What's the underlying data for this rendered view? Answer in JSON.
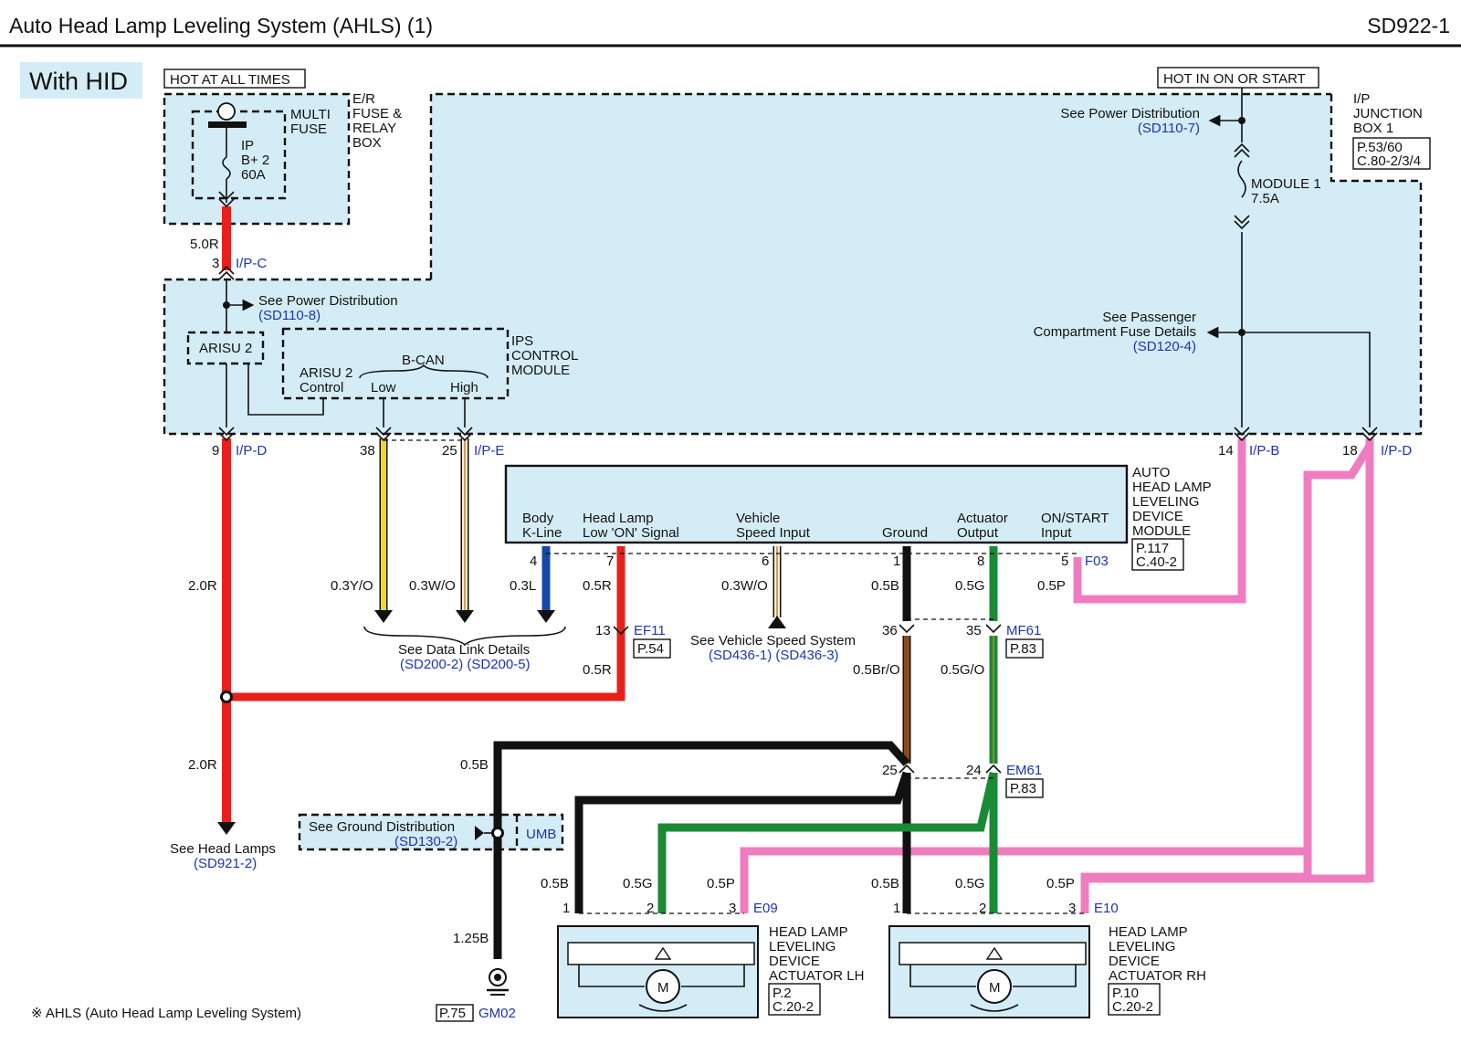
{
  "header": {
    "title": "Auto Head Lamp Leveling System (AHLS)    (1)",
    "code": "SD922-1"
  },
  "badge": "With HID",
  "power": {
    "hot_at_all_times": "HOT AT ALL TIMES",
    "hot_in_on_or_start": "HOT IN ON OR START",
    "er_box": [
      "E/R",
      "FUSE &",
      "RELAY",
      "BOX"
    ],
    "multi_fuse": [
      "MULTI",
      "FUSE"
    ],
    "fuse_ip": [
      "IP",
      "B+ 2",
      "60A"
    ],
    "ip_junction": [
      "I/P",
      "JUNCTION",
      "BOX 1"
    ],
    "ip_junction_ref": [
      "P.53/60",
      "C.80-2/3/4"
    ],
    "module_fuse": [
      "MODULE 1",
      "7.5A"
    ],
    "see_power_dist": "See Power Distribution",
    "see_power_dist_ref_1": "(SD110-7)",
    "see_power_dist_ref_2": "(SD110-8)",
    "see_passenger": [
      "See Passenger",
      "Compartment Fuse Details"
    ],
    "see_passenger_ref": "(SD120-4)"
  },
  "ips": {
    "arisu": "ARISU 2",
    "module_label": [
      "IPS",
      "CONTROL",
      "MODULE"
    ],
    "arisu_control": [
      "ARISU 2",
      "Control"
    ],
    "bcan": "B-CAN",
    "low": "Low",
    "high": "High"
  },
  "connectors": {
    "ipc": "I/P-C",
    "ipd": "I/P-D",
    "ipe": "I/P-E",
    "ipb": "I/P-B",
    "ipd2": "I/P-D",
    "f03": "F03",
    "ef11": "EF11",
    "ef11_ref": "P.54",
    "mf61": "MF61",
    "mf61_ref": "P.83",
    "em61": "EM61",
    "em61_ref": "P.83",
    "e09": "E09",
    "e10": "E10",
    "umb": "UMB",
    "gm02": "GM02",
    "gm02_ref": "P.75"
  },
  "pins": {
    "p3": "3",
    "p9": "9",
    "p38": "38",
    "p25": "25",
    "p14": "14",
    "p18": "18",
    "m4": "4",
    "m7": "7",
    "m6": "6",
    "m1": "1",
    "m8": "8",
    "m5": "5",
    "e13": "13",
    "e36": "36",
    "e35": "35",
    "e25": "25",
    "e24": "24",
    "a1": "1",
    "a2": "2",
    "a3": "3",
    "b1": "1",
    "b2": "2",
    "b3": "3"
  },
  "wires": {
    "w_50r": "5.0R",
    "w_20r_a": "2.0R",
    "w_20r_b": "2.0R",
    "w_03yo": "0.3Y/O",
    "w_03wo": "0.3W/O",
    "w_03l": "0.3L",
    "w_05r_a": "0.5R",
    "w_05r_b": "0.5R",
    "w_03wo2": "0.3W/O",
    "w_05b": "0.5B",
    "w_05g": "0.5G",
    "w_05p": "0.5P",
    "w_05bro": "0.5Br/O",
    "w_05go": "0.5G/O",
    "w_05b_g": "0.5B",
    "w_a05b": "0.5B",
    "w_a05g": "0.5G",
    "w_a05p": "0.5P",
    "w_b05b": "0.5B",
    "w_b05g": "0.5G",
    "w_b05p": "0.5P",
    "w_125b": "1.25B"
  },
  "module": {
    "name": [
      "AUTO",
      "HEAD LAMP",
      "LEVELING",
      "DEVICE",
      "MODULE"
    ],
    "ref": [
      "P.117",
      "C.40-2"
    ],
    "col1": [
      "Body",
      "K-Line"
    ],
    "col2": [
      "Head Lamp",
      "Low 'ON' Signal"
    ],
    "col3": [
      "Vehicle",
      "Speed Input"
    ],
    "col4": "Ground",
    "col5": [
      "Actuator",
      "Output"
    ],
    "col6": [
      "ON/START",
      "Input"
    ]
  },
  "refs": {
    "data_link": "See Data Link Details",
    "data_link_ref": "(SD200-2) (SD200-5)",
    "vehicle_speed": "See Vehicle Speed System",
    "vehicle_speed_ref": "(SD436-1) (SD436-3)",
    "head_lamps": "See Head Lamps",
    "head_lamps_ref": "(SD921-2)",
    "ground_dist": "See Ground Distribution",
    "ground_dist_ref": "(SD130-2)"
  },
  "actuator_lh": {
    "name": [
      "HEAD LAMP",
      "LEVELING",
      "DEVICE",
      "ACTUATOR LH"
    ],
    "ref": [
      "P.2",
      "C.20-2"
    ],
    "motor": "M"
  },
  "actuator_rh": {
    "name": [
      "HEAD LAMP",
      "LEVELING",
      "DEVICE",
      "ACTUATOR RH"
    ],
    "ref": [
      "P.10",
      "C.20-2"
    ],
    "motor": "M"
  },
  "footnote": "※ AHLS (Auto Head Lamp Leveling System)",
  "colors": {
    "panel": "#d4ecf5",
    "red": "#e8201c",
    "black": "#111111",
    "green": "#1a8a34",
    "pink": "#f07cc0",
    "blue": "#1648a8",
    "yellow": "#f2d81e",
    "brown": "#8b4a1c",
    "label_blue": "#1d33b8"
  }
}
